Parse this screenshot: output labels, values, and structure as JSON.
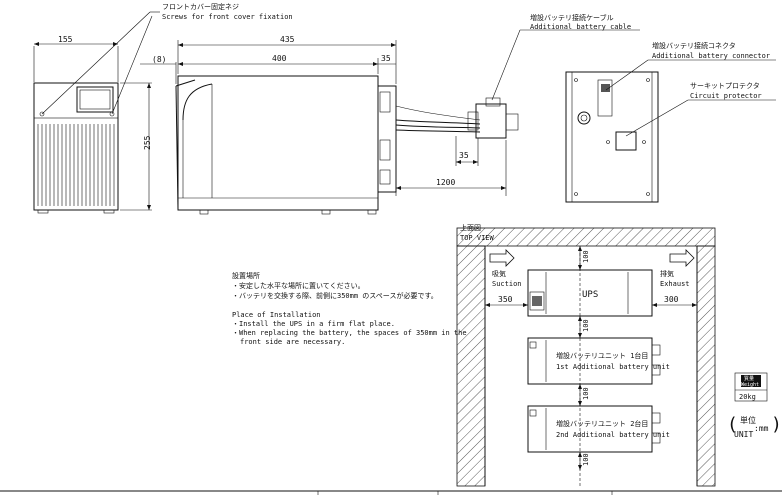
{
  "front_cover": {
    "screws_jp": "フロントカバー固定ネジ",
    "screws_en": "Screws for front cover fixation"
  },
  "dimensions": {
    "front_width": "155",
    "height": "255",
    "total_depth": "435",
    "body_depth": "400",
    "offset": "(8)",
    "rear": "35",
    "connector_width": "35",
    "cable_length": "1200"
  },
  "cable": {
    "jp": "増設バッテリ接続ケーブル",
    "en": "Additional battery cable"
  },
  "connector": {
    "jp": "増設バッテリ接続コネクタ",
    "en": "Additional battery connector"
  },
  "protector": {
    "jp": "サーキットプロテクタ",
    "en": "Circuit protector"
  },
  "install": {
    "jp_title": "設置場所",
    "jp_line1": "・安定した水平な場所に置いてください。",
    "jp_line2": "・バッテリを交換する際、前側に350mm のスペースが必要です。",
    "en_title": "Place of Installation",
    "en_line1": "・Install the UPS in a firm flat place.",
    "en_line2": "・When replacing the battery, the spaces of 350mm in the",
    "en_line3": "front side are necessary."
  },
  "top_view": {
    "jp": "上面図",
    "en": "TOP VIEW",
    "suction_jp": "吸気",
    "suction_en": "Suction",
    "exhaust_jp": "排気",
    "exhaust_en": "Exhaust",
    "front_space": "350",
    "side_space": "300",
    "gap": "100",
    "ups_label": "UPS",
    "unit1_jp": "増設バッテリユニット 1台目",
    "unit1_en": "1st Additional battery unit",
    "unit2_jp": "増設バッテリユニット 2台目",
    "unit2_en": "2nd Additional battery unit"
  },
  "weight": {
    "jp": "質量",
    "en": "Weight",
    "value": "20kg"
  },
  "unit": {
    "jp": "単位",
    "en": "UNIT",
    "value": ":mm"
  }
}
